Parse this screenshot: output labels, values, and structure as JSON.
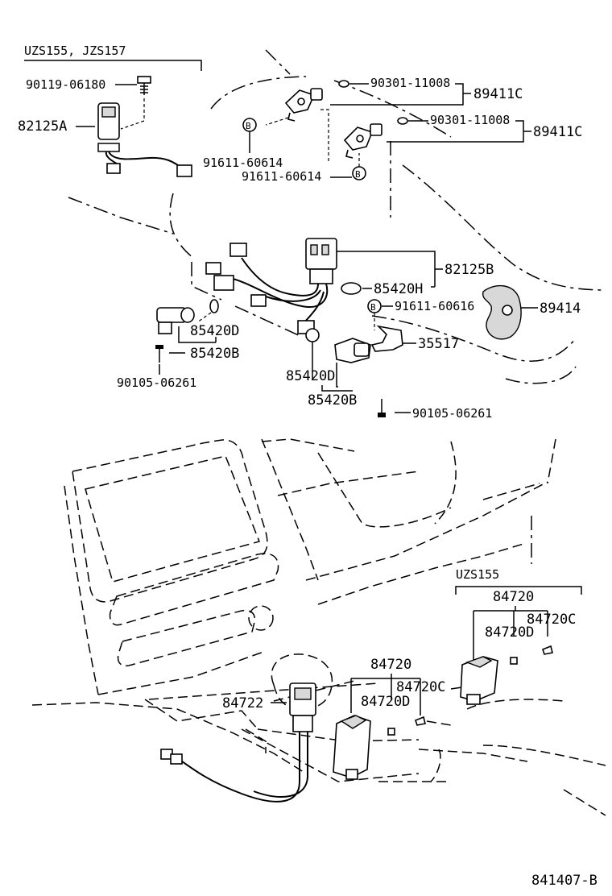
{
  "groups": {
    "top_variant": "UZS155, JZS157",
    "bottom_variant": "UZS155"
  },
  "labels": {
    "p90119_06180": "90119-06180",
    "p82125A": "82125A",
    "p90301_11008_a": "90301-11008",
    "p89411C_a": "89411C",
    "p90301_11008_b": "90301-11008",
    "p89411C_b": "89411C",
    "p91611_60614_a": "91611-60614",
    "p91611_60614_b": "91611-60614",
    "p82125B": "82125B",
    "p85420H": "85420H",
    "p91611_60616": "91611-60616",
    "p89414": "89414",
    "p85420D_a": "85420D",
    "p85420B_a": "85420B",
    "p90105_06261_a": "90105-06261",
    "p35517": "35517",
    "p85420D_b": "85420D",
    "p85420B_b": "85420B",
    "p90105_06261_b": "90105-06261",
    "p84720_a": "84720",
    "p84720C_a": "84720C",
    "p84720D_a": "84720D",
    "p84720_b": "84720",
    "p84722": "84722",
    "p84720D_b": "84720D",
    "p84720C_b": "84720C"
  },
  "bolt_marker": "B",
  "footer": {
    "drawing_number": "841407-B"
  }
}
